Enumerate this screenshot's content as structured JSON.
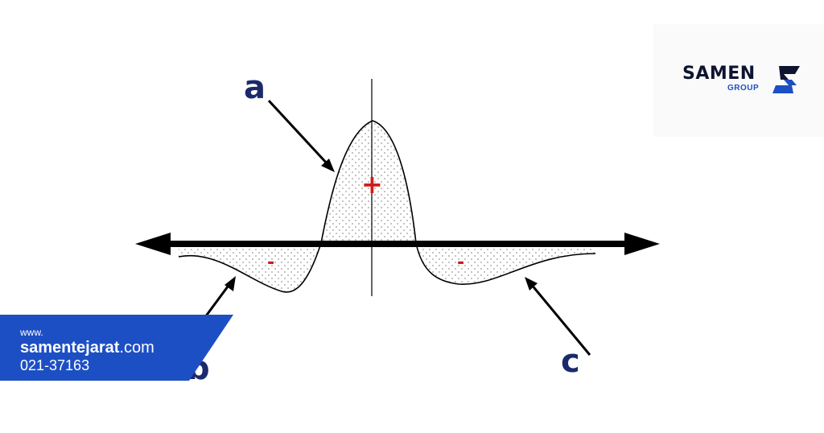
{
  "diagram": {
    "labels": {
      "a": "a",
      "b": "b",
      "c": "c"
    },
    "signs": {
      "center": "+",
      "left": "-",
      "right": "-"
    },
    "colors": {
      "axis": "#000000",
      "letters": "#1b2a6b",
      "signs": "#d11b1b",
      "fill_dots": "#9a9a9a"
    }
  },
  "logo": {
    "name": "SAMEN",
    "sub": "GROUP",
    "icon": "s-logo-icon",
    "color": "#1d4fc4"
  },
  "banner": {
    "www": "www.",
    "site_bold": "samentejarat",
    "site_tld": ".com",
    "phone": "021-37163",
    "color": "#1d4fc4"
  }
}
